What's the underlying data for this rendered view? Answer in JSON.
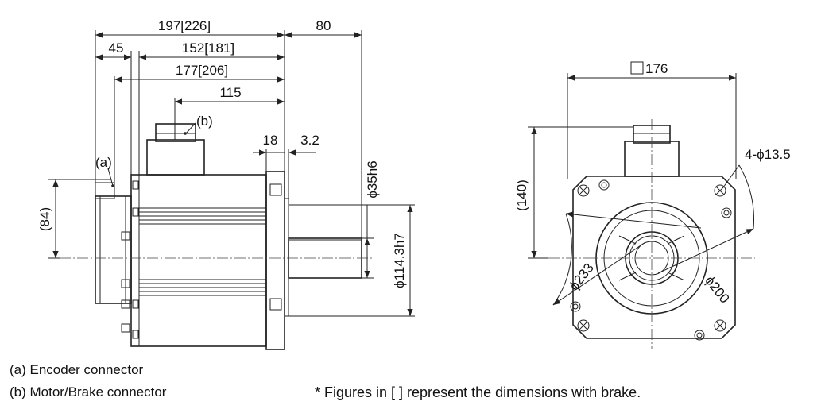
{
  "dimensions": {
    "overall_length": "197[226]",
    "shaft_length": "80",
    "encoder_offset": "45",
    "body_length": "152[181]",
    "flange_to_encoder": "177[206]",
    "connector_position": "115",
    "flange_thickness": "18",
    "spigot_depth": "3.2",
    "shaft_diameter": "ϕ35h6",
    "spigot_diameter": "ϕ114.3h7",
    "encoder_height": "(84)",
    "flange_square": "176",
    "connector_height": "(140)",
    "mount_holes": "4-ϕ13.5",
    "circle_outer": "ϕ233",
    "circle_inner": "ϕ200"
  },
  "labels": {
    "a": "(a)",
    "b": "(b)"
  },
  "legend": {
    "a": "(a) Encoder connector",
    "b": "(b) Motor/Brake connector"
  },
  "footnote": "* Figures in [  ] represent the dimensions with brake."
}
